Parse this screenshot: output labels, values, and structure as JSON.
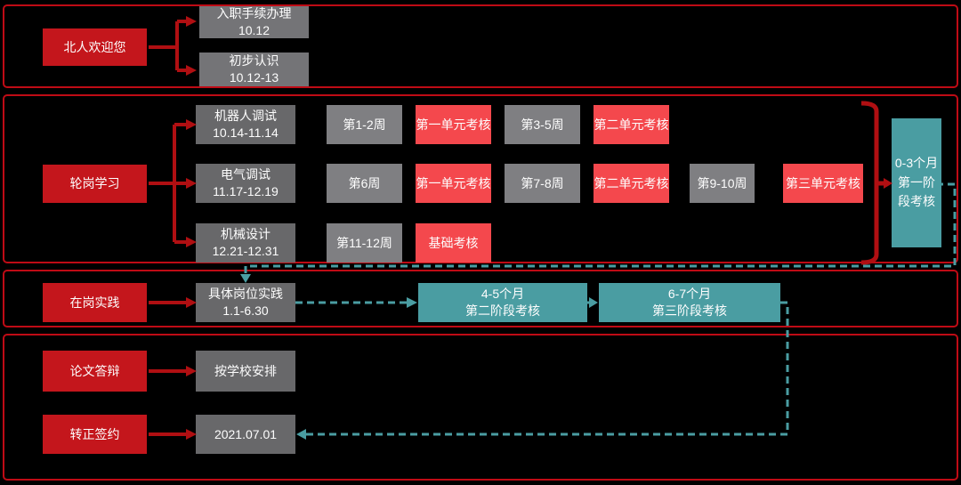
{
  "colors": {
    "background": "#000000",
    "panel_border": "#bf0b15",
    "primary_red": "#c4161c",
    "exam_red": "#f4484d",
    "task_gray": "#68686a",
    "period_gray": "#7f7f82",
    "teal": "#4a9da2",
    "connector_red": "#b00f12",
    "text": "#ffffff"
  },
  "stage1": {
    "source": "北人欢迎您",
    "onboarding": "入职手续办理\n10.12",
    "intro": "初步认识\n10.12-13"
  },
  "stage2": {
    "source": "轮岗学习",
    "tasks": [
      "机器人调试\n10.14-11.14",
      "电气调试\n11.17-12.19",
      "机械设计\n12.21-12.31"
    ],
    "row1": [
      "第1-2周",
      "第一单元考核",
      "第3-5周",
      "第二单元考核"
    ],
    "row2": [
      "第6周",
      "第一单元考核",
      "第7-8周",
      "第二单元考核",
      "第9-10周",
      "第三单元考核"
    ],
    "row3": [
      "第11-12周",
      "基础考核"
    ],
    "milestone": "0-3个月第一阶段考核"
  },
  "stage3": {
    "source": "在岗实践",
    "task": "具体岗位实践\n1.1-6.30",
    "assessment2": "4-5个月\n第二阶段考核",
    "assessment3": "6-7个月\n第三阶段考核"
  },
  "stage4": {
    "thesis_source": "论文答辩",
    "thesis_target": "按学校安排",
    "signing_source": "转正签约",
    "signing_target": "2021.07.01"
  }
}
